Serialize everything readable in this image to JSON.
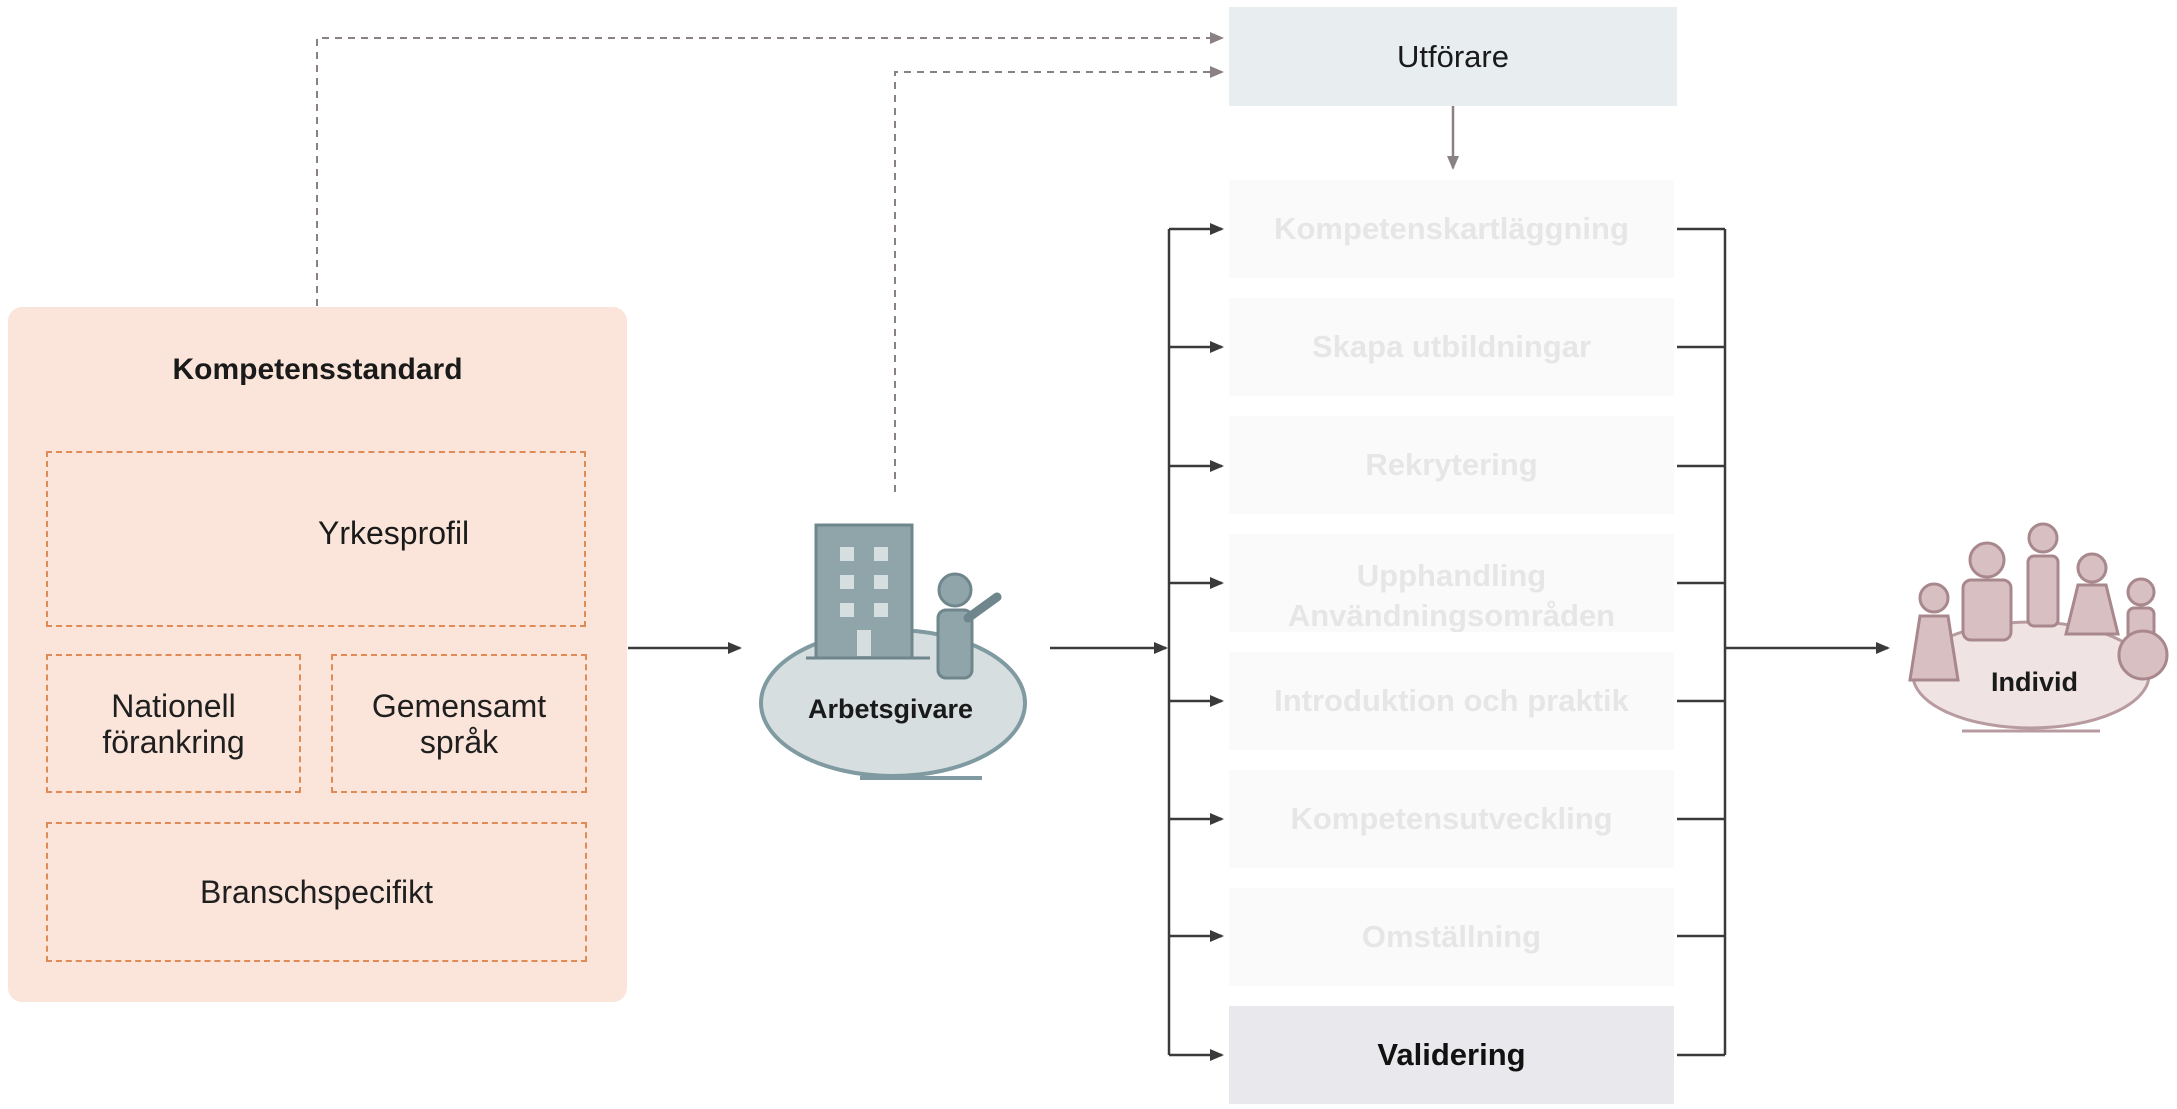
{
  "kompetensstandard": {
    "title": "Kompetensstandard",
    "yrkesprofil": "Yrkesprofil",
    "nationell": [
      "Nationell",
      "förankring"
    ],
    "gemensamt": [
      "Gemensamt",
      "språk"
    ],
    "bransch": "Branschspecifikt"
  },
  "arbetsgivare": "Arbetsgivare",
  "utforare": "Utförare",
  "processes": [
    "Kompetenskartläggning",
    "Skapa utbildningar",
    "Rekrytering",
    "Upphandling",
    "Introduktion och praktik",
    "Kompetensutveckling",
    "Omställning",
    "Validering"
  ],
  "process_overflow": "Användningsområden",
  "individ": "Individ",
  "colors": {
    "card": "#fbe5da",
    "dashed": "#e08a55",
    "employer": "#7f9aa0",
    "person": "#c9a9ac",
    "active": "#e9e8ec",
    "arrow": "#3a3a3a",
    "dashed_arrow": "#8a8282"
  }
}
